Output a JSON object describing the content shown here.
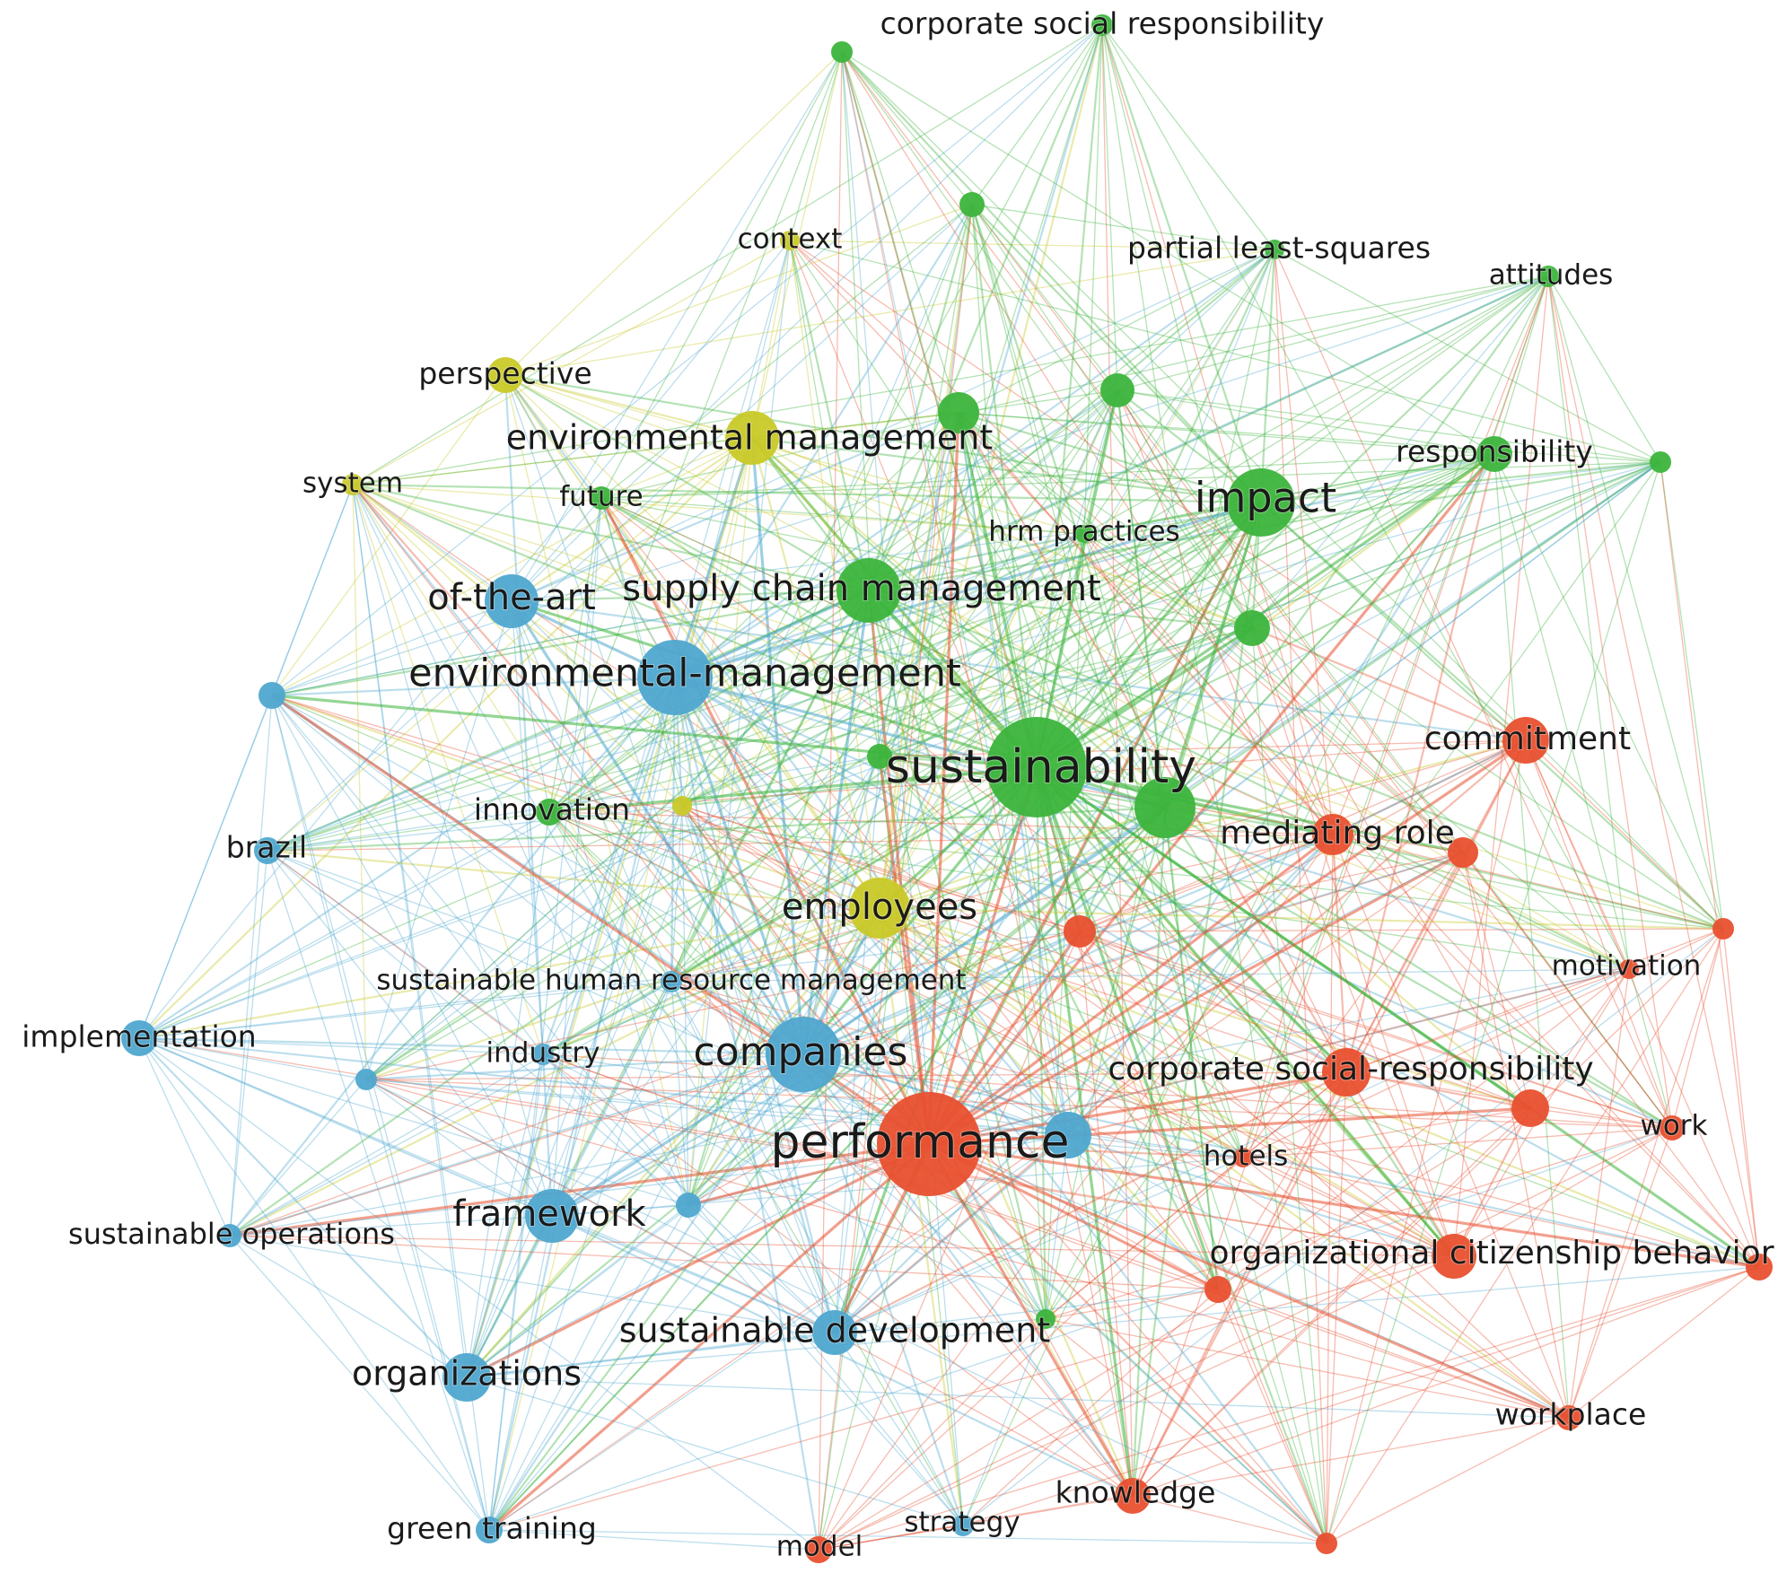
{
  "clusters": {
    "red": "#e8502f",
    "green": "#3cb43c",
    "blue": "#4fa7cf",
    "yellow": "#c9c928"
  },
  "nodes": [
    {
      "id": "corporate-social-responsibility-green",
      "label": "corporate social responsibility",
      "cluster": "green"
    },
    {
      "id": "context",
      "label": "context",
      "cluster": "yellow"
    },
    {
      "id": "partial-least-squares",
      "label": "partial least-squares",
      "cluster": "green"
    },
    {
      "id": "attitudes",
      "label": "attitudes",
      "cluster": "green"
    },
    {
      "id": "perspective",
      "label": "perspective",
      "cluster": "yellow"
    },
    {
      "id": "environmental-management-y",
      "label": "environmental management",
      "cluster": "yellow"
    },
    {
      "id": "responsibility",
      "label": "responsibility",
      "cluster": "green"
    },
    {
      "id": "system",
      "label": "system",
      "cluster": "yellow"
    },
    {
      "id": "future",
      "label": "future",
      "cluster": "green"
    },
    {
      "id": "impact",
      "label": "impact",
      "cluster": "green"
    },
    {
      "id": "hrm-practices",
      "label": "hrm practices",
      "cluster": "green"
    },
    {
      "id": "of-the-art",
      "label": "of-the-art",
      "cluster": "blue"
    },
    {
      "id": "supply-chain-management",
      "label": "supply chain management",
      "cluster": "green"
    },
    {
      "id": "environmental-management-b",
      "label": "environmental-management",
      "cluster": "blue"
    },
    {
      "id": "sustainability",
      "label": "sustainability",
      "cluster": "green"
    },
    {
      "id": "commitment",
      "label": "commitment",
      "cluster": "red"
    },
    {
      "id": "innovation",
      "label": "innovation",
      "cluster": "green"
    },
    {
      "id": "brazil",
      "label": "brazil",
      "cluster": "blue"
    },
    {
      "id": "mediating-role",
      "label": "mediating role",
      "cluster": "red"
    },
    {
      "id": "employees",
      "label": "employees",
      "cluster": "yellow"
    },
    {
      "id": "motivation",
      "label": "motivation",
      "cluster": "red"
    },
    {
      "id": "sustainable-hrm",
      "label": "sustainable human resource management",
      "cluster": "blue"
    },
    {
      "id": "implementation",
      "label": "implementation",
      "cluster": "blue"
    },
    {
      "id": "industry",
      "label": "industry",
      "cluster": "blue"
    },
    {
      "id": "companies",
      "label": "companies",
      "cluster": "blue"
    },
    {
      "id": "corporate-social-responsibility-red",
      "label": "corporate social-responsibility",
      "cluster": "red"
    },
    {
      "id": "work",
      "label": "work",
      "cluster": "red"
    },
    {
      "id": "performance",
      "label": "performance",
      "cluster": "red"
    },
    {
      "id": "hotels",
      "label": "hotels",
      "cluster": "red"
    },
    {
      "id": "framework",
      "label": "framework",
      "cluster": "blue"
    },
    {
      "id": "sustainable-operations",
      "label": "sustainable operations",
      "cluster": "blue"
    },
    {
      "id": "ocb",
      "label": "organizational citizenship behavior",
      "cluster": "red"
    },
    {
      "id": "sustainable-development",
      "label": "sustainable development",
      "cluster": "blue"
    },
    {
      "id": "organizations",
      "label": "organizations",
      "cluster": "blue"
    },
    {
      "id": "workplace",
      "label": "workplace",
      "cluster": "red"
    },
    {
      "id": "knowledge",
      "label": "knowledge",
      "cluster": "red"
    },
    {
      "id": "green-training",
      "label": "green training",
      "cluster": "blue"
    },
    {
      "id": "strategy",
      "label": "strategy",
      "cluster": "blue"
    },
    {
      "id": "model",
      "label": "model",
      "cluster": "red"
    },
    {
      "id": "g-top",
      "label": "",
      "cluster": "green"
    },
    {
      "id": "g-mid-top",
      "label": "",
      "cluster": "green"
    },
    {
      "id": "g-b",
      "label": "",
      "cluster": "green"
    },
    {
      "id": "g-c",
      "label": "",
      "cluster": "green"
    },
    {
      "id": "g-e",
      "label": "",
      "cluster": "green"
    },
    {
      "id": "g-right",
      "label": "",
      "cluster": "green"
    },
    {
      "id": "g-small",
      "label": "",
      "cluster": "green"
    },
    {
      "id": "g-sustain2",
      "label": "",
      "cluster": "green"
    },
    {
      "id": "g-bottom",
      "label": "",
      "cluster": "green"
    },
    {
      "id": "y-small",
      "label": "",
      "cluster": "yellow"
    },
    {
      "id": "b-left",
      "label": "",
      "cluster": "blue"
    },
    {
      "id": "b-industry2",
      "label": "",
      "cluster": "blue"
    },
    {
      "id": "b-perf",
      "label": "",
      "cluster": "blue"
    },
    {
      "id": "b-fw2",
      "label": "",
      "cluster": "blue"
    },
    {
      "id": "r-mid",
      "label": "",
      "cluster": "red"
    },
    {
      "id": "r-med2",
      "label": "",
      "cluster": "red"
    },
    {
      "id": "r-right",
      "label": "",
      "cluster": "red"
    },
    {
      "id": "r-csr2",
      "label": "",
      "cluster": "red"
    },
    {
      "id": "r-hotels2",
      "label": "",
      "cluster": "red"
    },
    {
      "id": "r-ocb-right",
      "label": "",
      "cluster": "red"
    },
    {
      "id": "r-bottom",
      "label": "",
      "cluster": "red"
    }
  ]
}
